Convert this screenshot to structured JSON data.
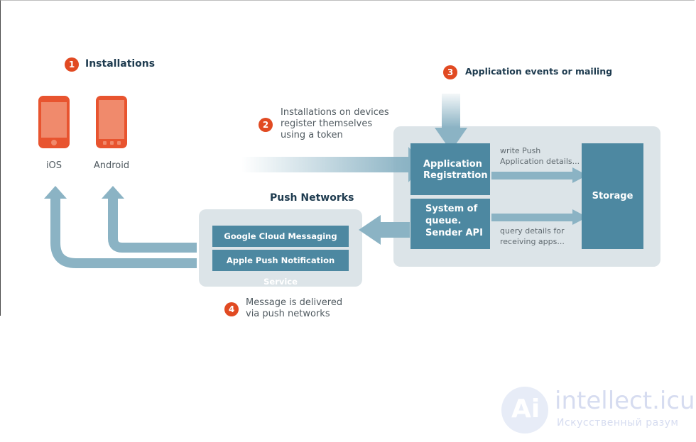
{
  "steps": {
    "s1": {
      "num": "1",
      "label": "Installations"
    },
    "s2": {
      "num": "2",
      "line1": "Installations on devices",
      "line2": "register themselves",
      "line3": "using a token"
    },
    "s3": {
      "num": "3",
      "label": "Application events or mailing"
    },
    "s4": {
      "num": "4",
      "line1": "Message is delivered",
      "line2": "via push networks"
    }
  },
  "devices": {
    "ios": "iOS",
    "android": "Android"
  },
  "push_networks": {
    "title": "Push Networks",
    "gcm": "Google Cloud Messaging",
    "apns": "Apple Push Notification Service"
  },
  "server": {
    "registration_line1": "Application",
    "registration_line2": "Registration",
    "queue_line1": "System of",
    "queue_line2": "queue.",
    "queue_line3": "Sender API",
    "storage": "Storage",
    "write_line1": "write Push",
    "write_line2": "Application details...",
    "query_line1": "query details for",
    "query_line2": "receiving apps..."
  },
  "watermark": {
    "logo": "Ai",
    "site": "intellect.icu",
    "tagline": "Искусственный разум"
  },
  "colors": {
    "accent": "#e14a22",
    "box": "#4d88a1",
    "panel": "#dce4e8",
    "arrow": "#8bb3c4",
    "title": "#1e3b4f"
  }
}
